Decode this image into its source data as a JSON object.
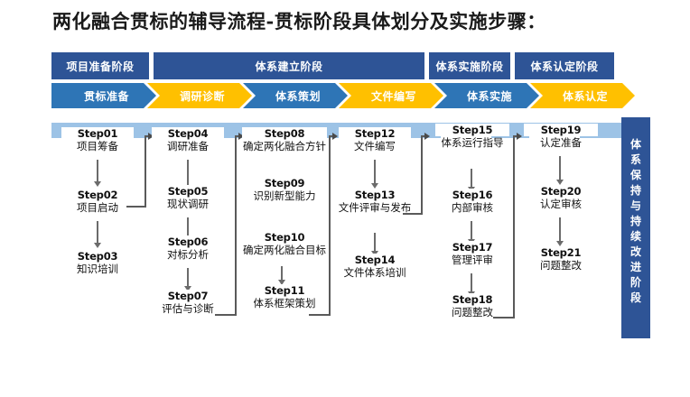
{
  "title": "两化融合贯标的辅导流程-贯标阶段具体划分及实施步骤：",
  "colors": {
    "header_blue": "#2E5496",
    "chevron_blue": "#2E75B6",
    "chevron_orange": "#FFC000",
    "band_light_blue": "#9DC3E6",
    "connector_gray": "#5A5A5A"
  },
  "phases": [
    {
      "label": "项目准备阶段"
    },
    {
      "label": "体系建立阶段"
    },
    {
      "label": "体系实施阶段"
    },
    {
      "label": "体系认定阶段"
    }
  ],
  "stages": [
    {
      "label": "贯标准备",
      "color": "#2E75B6"
    },
    {
      "label": "调研诊断",
      "color": "#FFC000"
    },
    {
      "label": "体系策划",
      "color": "#2E75B6"
    },
    {
      "label": "文件编写",
      "color": "#FFC000"
    },
    {
      "label": "体系实施",
      "color": "#2E75B6"
    },
    {
      "label": "体系认定",
      "color": "#FFC000"
    }
  ],
  "sidebar": {
    "chars": [
      "体",
      "系",
      "保",
      "持",
      "与",
      "持",
      "续",
      "改",
      "进",
      "阶",
      "段"
    ],
    "text": "体系保持与持续改进阶段"
  },
  "columns": [
    {
      "steps": [
        {
          "no": "Step01",
          "label": "项目筹备"
        },
        {
          "no": "Step02",
          "label": "项目启动"
        },
        {
          "no": "Step03",
          "label": "知识培训"
        }
      ]
    },
    {
      "steps": [
        {
          "no": "Step04",
          "label": "调研准备"
        },
        {
          "no": "Step05",
          "label": "现状调研"
        },
        {
          "no": "Step06",
          "label": "对标分析"
        },
        {
          "no": "Step07",
          "label": "评估与诊断"
        }
      ]
    },
    {
      "steps": [
        {
          "no": "Step08",
          "label": "确定两化融合方针"
        },
        {
          "no": "Step09",
          "label": "识别新型能力"
        },
        {
          "no": "Step10",
          "label": "确定两化融合目标"
        },
        {
          "no": "Step11",
          "label": "体系框架策划"
        }
      ]
    },
    {
      "steps": [
        {
          "no": "Step12",
          "label": "文件编写"
        },
        {
          "no": "Step13",
          "label": "文件评审与发布"
        },
        {
          "no": "Step14",
          "label": "文件体系培训"
        }
      ]
    },
    {
      "steps": [
        {
          "no": "Step15",
          "label": "体系运行指导"
        },
        {
          "no": "Step16",
          "label": "内部审核"
        },
        {
          "no": "Step17",
          "label": "管理评审"
        },
        {
          "no": "Step18",
          "label": "问题整改"
        }
      ]
    },
    {
      "steps": [
        {
          "no": "Step19",
          "label": "认定准备"
        },
        {
          "no": "Step20",
          "label": "认定审核"
        },
        {
          "no": "Step21",
          "label": "问题整改"
        }
      ]
    }
  ]
}
